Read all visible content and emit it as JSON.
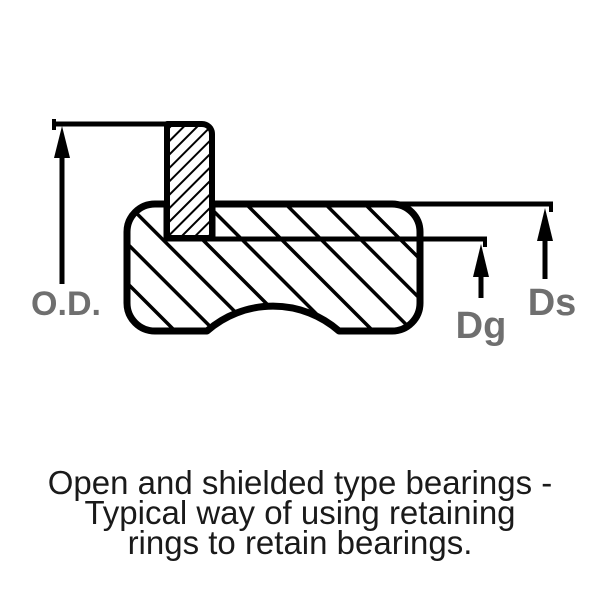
{
  "diagram": {
    "labels": {
      "od": "O.D.",
      "dg": "Dg",
      "ds": "Ds"
    },
    "caption": {
      "line1": "Open and shielded type bearings -",
      "line2": "Typical way of using retaining",
      "line3": "rings to retain bearings."
    },
    "colors": {
      "line": "#000000",
      "dimension_label": "#6f6f6f",
      "caption_text": "#1a1a1a",
      "background": "#ffffff"
    }
  }
}
